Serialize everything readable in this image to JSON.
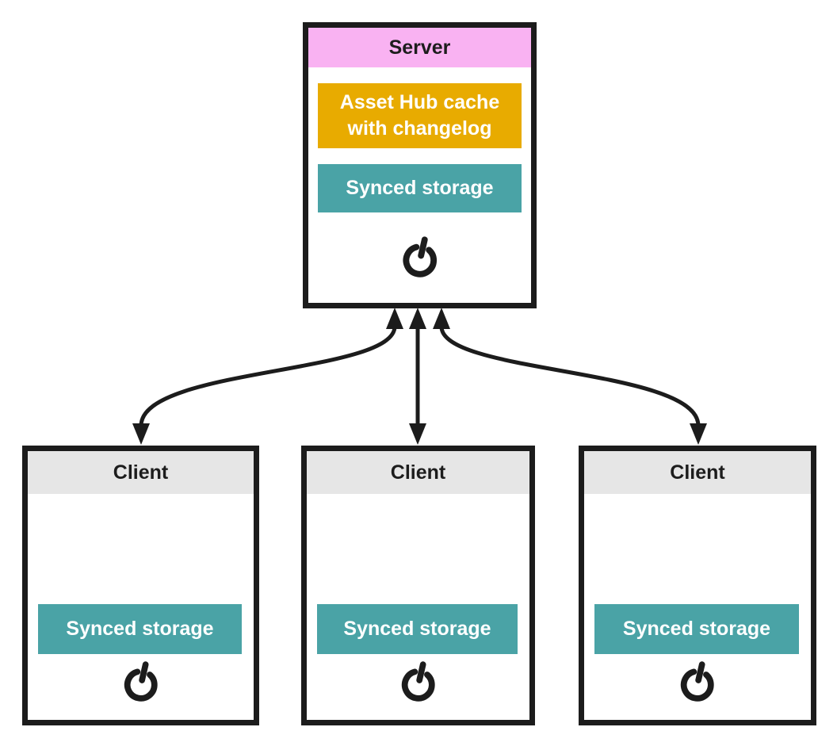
{
  "diagram": {
    "server": {
      "title": "Server",
      "cache_label": "Asset Hub cache with changelog",
      "storage_label": "Synced storage",
      "power_icon": "power-icon"
    },
    "clients": [
      {
        "title": "Client",
        "storage_label": "Synced storage",
        "power_icon": "power-icon"
      },
      {
        "title": "Client",
        "storage_label": "Synced storage",
        "power_icon": "power-icon"
      },
      {
        "title": "Client",
        "storage_label": "Synced storage",
        "power_icon": "power-icon"
      }
    ],
    "connections": [
      {
        "from": "server",
        "to": "client-1",
        "direction": "bidirectional"
      },
      {
        "from": "server",
        "to": "client-2",
        "direction": "bidirectional"
      },
      {
        "from": "server",
        "to": "client-3",
        "direction": "bidirectional"
      }
    ],
    "colors": {
      "outline": "#1c1c1c",
      "server_header": "#f9b2f2",
      "cache_box": "#e8ab00",
      "storage_box": "#4aa3a6",
      "client_header": "#e6e6e6",
      "label_on_color": "#ffffff",
      "label_dark": "#1d1d1d"
    }
  }
}
